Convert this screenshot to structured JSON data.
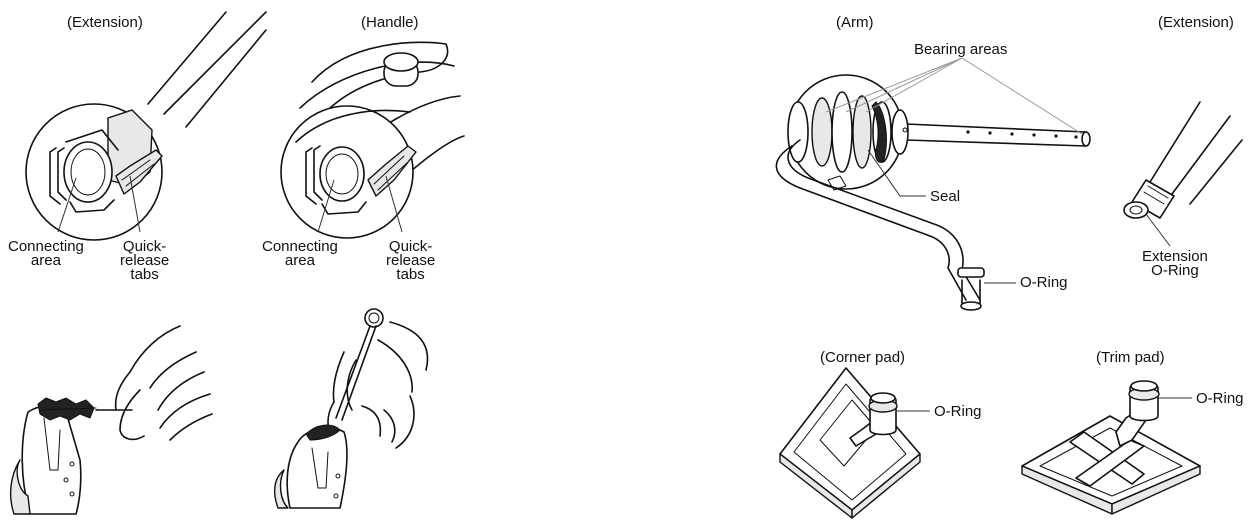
{
  "labels": {
    "extension_header": "(Extension)",
    "handle_header": "(Handle)",
    "arm_header": "(Arm)",
    "extension_right_header": "(Extension)",
    "bearing_areas": "Bearing areas",
    "seal": "Seal",
    "o_ring_arm": "O-Ring",
    "extension_o_ring": "Extension\nO-Ring",
    "corner_pad_header": "(Corner pad)",
    "trim_pad_header": "(Trim pad)",
    "o_ring_corner": "O-Ring",
    "o_ring_trim": "O-Ring",
    "connecting_area_1": "Connecting\narea",
    "quick_release_1": "Quick-\nrelease\ntabs",
    "connecting_area_2": "Connecting\narea",
    "quick_release_2": "Quick-\nrelease\ntabs"
  }
}
